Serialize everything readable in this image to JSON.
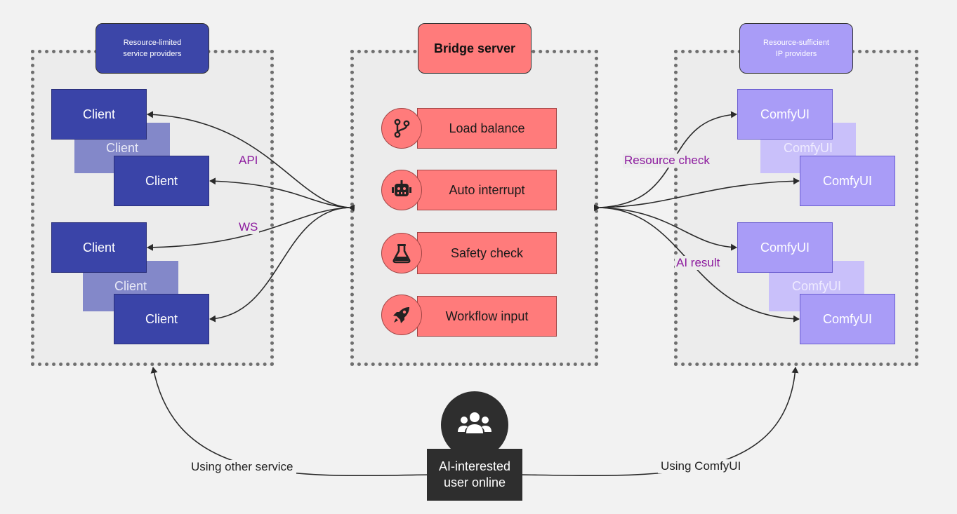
{
  "groups": {
    "left": {
      "title": "Resource-limited\nservice providers",
      "title_line1": "Resource-limited",
      "title_line2": "service providers"
    },
    "center": {
      "title": "Bridge server"
    },
    "right": {
      "title_line1": "Resource-sufficient",
      "title_line2": "IP providers"
    }
  },
  "clients": {
    "top_front": "Client",
    "top_ghost": "Client",
    "top_back": "Client",
    "bottom_front": "Client",
    "bottom_ghost": "Client",
    "bottom_back": "Client"
  },
  "comfy": {
    "top_front": "ComfyUI",
    "top_ghost": "ComfyUI",
    "top_back": "ComfyUI",
    "bottom_front": "ComfyUI",
    "bottom_ghost": "ComfyUI",
    "bottom_back": "ComfyUI"
  },
  "features": [
    {
      "label": "Load balance",
      "icon": "branch-icon"
    },
    {
      "label": "Auto interrupt",
      "icon": "robot-icon"
    },
    {
      "label": "Safety check",
      "icon": "flask-icon"
    },
    {
      "label": "Workflow input",
      "icon": "rocket-icon"
    }
  ],
  "edge_labels": {
    "api": "API",
    "ws": "WS",
    "resource_check": "Resource check",
    "ai_result": "AI result"
  },
  "user": {
    "line1": "AI-interested",
    "line2": "user online",
    "icon": "users-icon"
  },
  "bottom_labels": {
    "left": "Using other service",
    "right": "Using ComfyUI"
  },
  "colors": {
    "client": "#3a44a8",
    "comfy": "#a99cf7",
    "bridge": "#ff7b7b",
    "user": "#2e2e2e",
    "edge_label": "#8c1a9e"
  }
}
